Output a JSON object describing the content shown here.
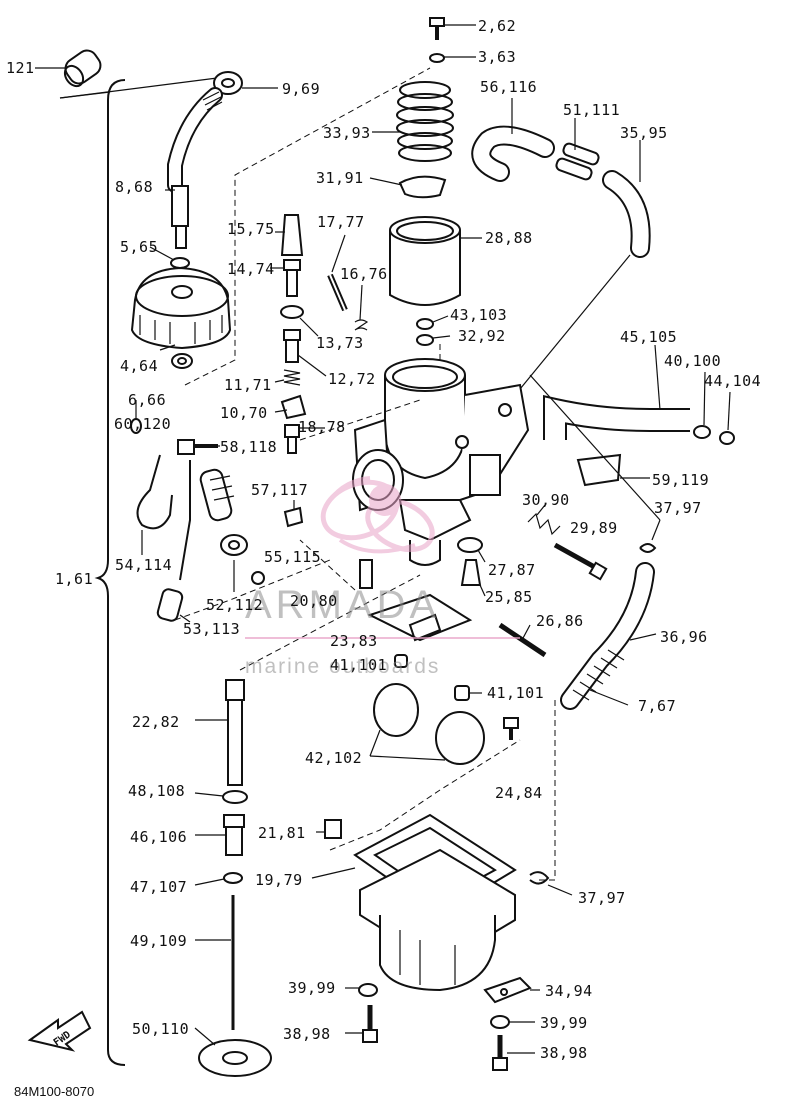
{
  "labels": {
    "p121": "121",
    "p2_62": "2,62",
    "p3_63": "3,63",
    "p9_69": "9,69",
    "p56_116": "56,116",
    "p51_111": "51,111",
    "p35_95": "35,95",
    "p33_93": "33,93",
    "p8_68": "8,68",
    "p31_91": "31,91",
    "p15_75": "15,75",
    "p17_77": "17,77",
    "p28_88": "28,88",
    "p5_65": "5,65",
    "p14_74": "14,74",
    "p16_76": "16,76",
    "p43_103": "43,103",
    "p32_92": "32,92",
    "p13_73": "13,73",
    "p45_105": "45,105",
    "p4_64": "4,64",
    "p40_100": "40,100",
    "p12_72": "12,72",
    "p44_104": "44,104",
    "p6_66": "6,66",
    "p11_71": "11,71",
    "p10_70": "10,70",
    "p60_120": "60,120",
    "p18_78": "18,78",
    "p58_118": "58,118",
    "p59_119": "59,119",
    "p57_117": "57,117",
    "p30_90": "30,90",
    "p37_97a": "37,97",
    "p29_89": "29,89",
    "p54_114": "54,114",
    "p55_115": "55,115",
    "p1_61": "1,61",
    "p27_87": "27,87",
    "p25_85": "25,85",
    "p52_112": "52,112",
    "p20_80": "20,80",
    "p53_113": "53,113",
    "p26_86": "26,86",
    "p36_96": "36,96",
    "p23_83": "23,83",
    "p41_101a": "41,101",
    "p41_101b": "41,101",
    "p7_67": "7,67",
    "p22_82": "22,82",
    "p42_102": "42,102",
    "p24_84": "24,84",
    "p48_108": "48,108",
    "p46_106": "46,106",
    "p21_81": "21,81",
    "p19_79": "19,79",
    "p37_97b": "37,97",
    "p47_107": "47,107",
    "p49_109": "49,109",
    "p39_99a": "39,99",
    "p34_94": "34,94",
    "p39_99b": "39,99",
    "p38_98a": "38,98",
    "p50_110": "50,110",
    "p38_98b": "38,98"
  },
  "watermark": {
    "brand": "ARMADA",
    "tagline": "marine outboards",
    "color": "#e8a3c8"
  },
  "arrow_text": "FWD",
  "footer_code": "84M100-8070",
  "colors": {
    "ink": "#111111",
    "background": "#ffffff",
    "watermark_pink": "#e8a3c8",
    "watermark_gray": "#8c8c8c"
  }
}
